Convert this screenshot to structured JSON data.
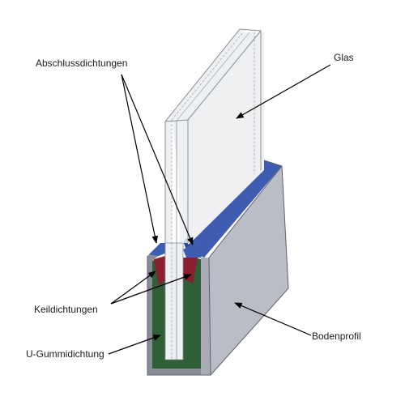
{
  "labels": {
    "end_seals": "Abschlussdichtungen",
    "glass": "Glas",
    "wedge_seals": "Keildichtungen",
    "base_profile": "Bodenprofil",
    "u_rubber_seal": "U-Gummidichtung"
  },
  "colors": {
    "glass_face": "#eef0f2",
    "glass_edge": "#d2d6da",
    "profile_front": "#a9abb7",
    "profile_side": "#babdc8",
    "profile_edge": "#6d7080",
    "profile_section": "#898b98",
    "end_seal": "#3e5db0",
    "end_seal_dark": "#2c4794",
    "wedge_seal": "#8b1f2f",
    "u_rubber": "#2f5f36",
    "leader": "#000000"
  }
}
